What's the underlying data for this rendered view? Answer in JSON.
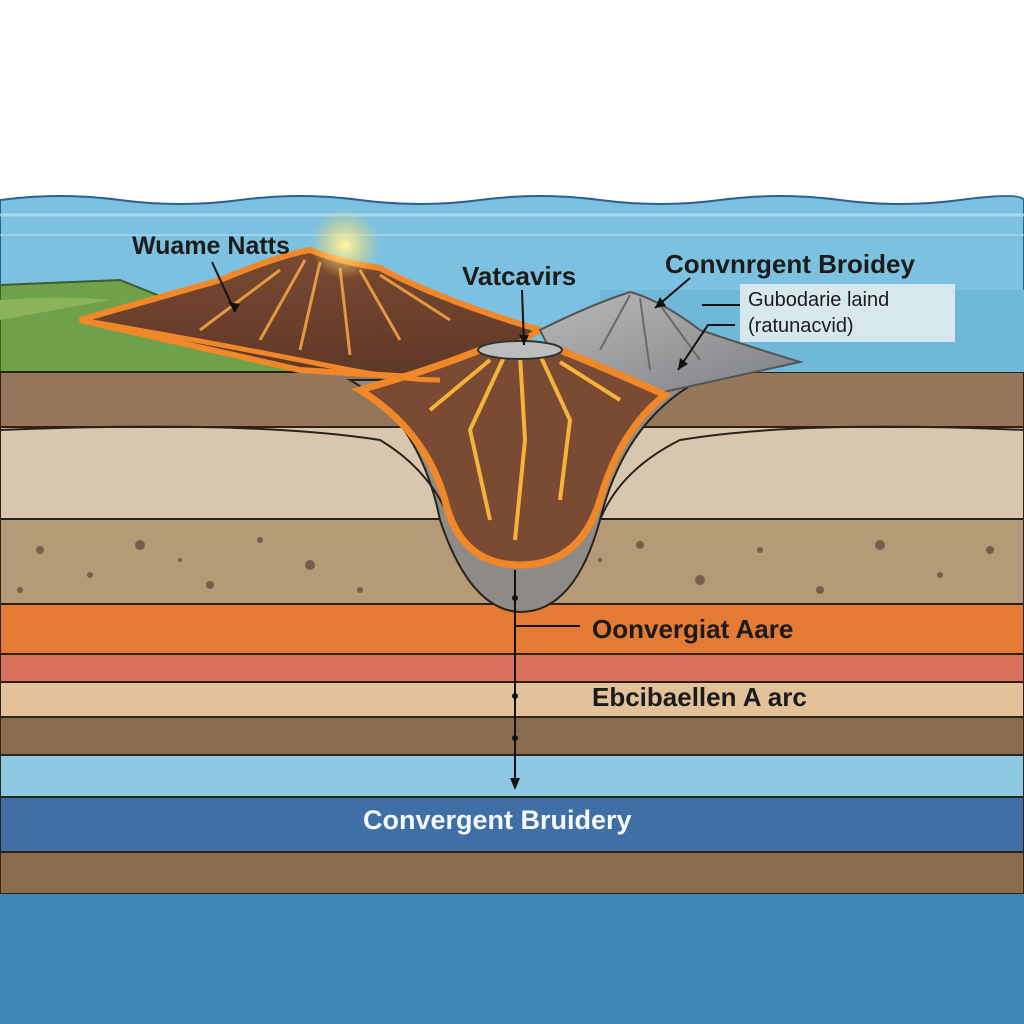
{
  "labels": {
    "left_volcano": "Wuame Natts",
    "center_volcano": "Vatcavirs",
    "boundary_top": "Convnrgent Broidey",
    "subduction_line1": "Gubodarie laind",
    "subduction_line2": "(ratunacvid)",
    "arc_upper": "Oonvergiat Aare",
    "arc_lower": "Ebcibaellen A arc",
    "boundary_bottom": "Convergent Bruidery"
  },
  "colors": {
    "sky": "#ffffff",
    "sea": "#6fb8d8",
    "sea_deep": "#3d86b5",
    "lava": "#f0882a",
    "orange_layer": "#e57a35",
    "red_layer": "#d9715c",
    "tan_layer": "#e3c29a",
    "brown_layer": "#8a6b4e",
    "dark_blue_band": "#3f6fa5",
    "grass": "#6fa04a"
  }
}
